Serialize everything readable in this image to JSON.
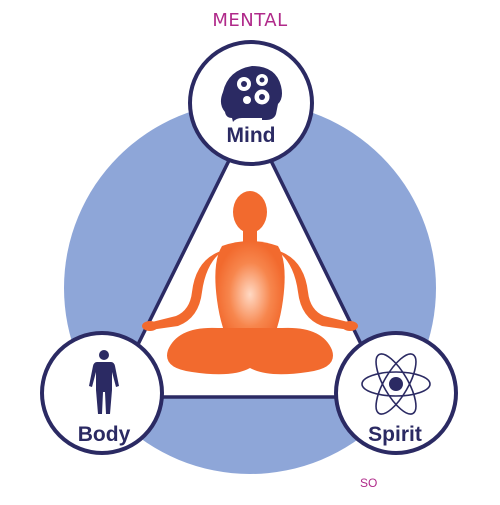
{
  "title_word": "MENTAL",
  "nodes": {
    "mind": {
      "label": "Mind",
      "icon": "head-gears-icon"
    },
    "body": {
      "label": "Body",
      "icon": "human-figure-icon"
    },
    "spirit": {
      "label": "Spirit",
      "icon": "atom-icon"
    }
  },
  "center_icon": "meditating-person-icon",
  "bottom_fragment": "SO",
  "colors": {
    "ring_fill": "#8ea6d8",
    "outline": "#2b2a63",
    "meditator": "#f26a2e",
    "accent_text": "#b02a8a",
    "node_fill": "#ffffff"
  }
}
